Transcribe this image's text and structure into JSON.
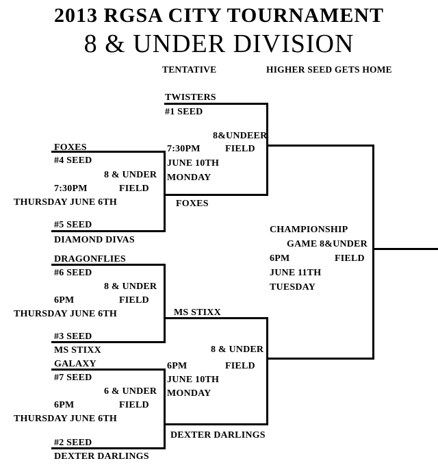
{
  "header": {
    "title": "2013 RGSA CITY TOURNAMENT",
    "subtitle": "8 & UNDER DIVISION",
    "tentative_note": "TENTATIVE",
    "home_note": "HIGHER SEED GETS HOME"
  },
  "quarterfinals": {
    "game1": {
      "top_team": "FOXES",
      "top_seed": "#4 SEED",
      "division": "8 & UNDER",
      "time": "7:30PM",
      "field_label": "FIELD",
      "date": "THURSDAY JUNE 6TH",
      "bottom_seed": "#5 SEED",
      "bottom_team": "DIAMOND DIVAS",
      "winner": "FOXES"
    },
    "game2": {
      "top_team": "DRAGONFLIES",
      "top_seed": "#6 SEED",
      "division": "8 & UNDER",
      "time": "6PM",
      "field_label": "FIELD",
      "date": "THURSDAY JUNE 6TH",
      "bottom_seed": "#3 SEED",
      "bottom_team": "MS STIXX",
      "winner": "MS STIXX"
    },
    "game3": {
      "top_team": "GALAXY",
      "top_seed": "#7 SEED",
      "division": "6 & UNDER",
      "time": "6PM",
      "field_label": "FIELD",
      "date": "THURSDAY JUNE 6TH",
      "bottom_seed": "#2 SEED",
      "bottom_team": "DEXTER DARLINGS",
      "winner": "DEXTER DARLINGS"
    }
  },
  "semifinals": {
    "game1": {
      "top_team": "TWISTERS",
      "top_seed": "#1 SEED",
      "division": "8&UNDEER",
      "time": "7:30PM",
      "field_label": "FIELD",
      "date": "JUNE 10TH",
      "day": "MONDAY"
    },
    "game2": {
      "division": "8 & UNDER",
      "time": "6PM",
      "field_label": "FIELD",
      "date": "JUNE 10TH",
      "day": "MONDAY"
    }
  },
  "championship": {
    "title_line1": "CHAMPIONSHIP",
    "title_line2": "GAME 8&UNDER",
    "time": "6PM",
    "field_label": "FIELD",
    "date": "JUNE 11TH",
    "day": "TUESDAY"
  }
}
